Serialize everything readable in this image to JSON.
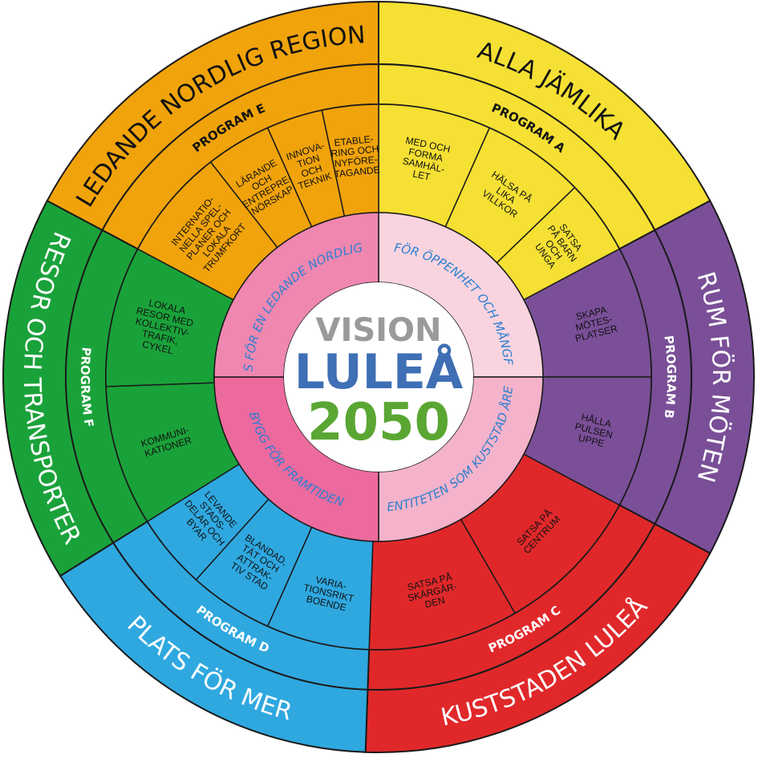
{
  "center": {
    "line1": "VISION",
    "line2": "LULEÅ",
    "line3": "2050",
    "colors": {
      "line1": "#9a9a9a",
      "line2": "#3f6fb4",
      "line3": "#5aa633"
    }
  },
  "themes": [
    {
      "id": "alla-jamlika",
      "outer_label": "ALLA JÄMLIKA",
      "program_label": "PROGRAM A",
      "color": "#f5e033",
      "text_color": "#111111",
      "inner_label": "STÅ FÖR ÖPPENHET OCH MÅNGFALD",
      "inner_color": "#f9d4df",
      "cells": [
        {
          "lines": [
            "MED OCH",
            "FORMA",
            "SAMHÄL-",
            "LET"
          ]
        },
        {
          "lines": [
            "HÄLSA PÅ",
            "LIKA",
            "VILLKOR"
          ]
        },
        {
          "lines": [
            "SATSA",
            "PÅ BARN",
            "OCH",
            "UNGA"
          ]
        }
      ]
    },
    {
      "id": "rum-for-moten",
      "outer_label": "RUM FÖR MÖTEN",
      "program_label": "PROGRAM B",
      "color": "#7a4f98",
      "text_color": "#ffffff",
      "cells": [
        {
          "lines": [
            "SKAPA",
            "MÖTES-",
            "PLATSER"
          ]
        },
        {
          "lines": [
            "HÅLLA",
            "PULSEN",
            "UPPE"
          ]
        }
      ]
    },
    {
      "id": "kuststaden-lulea",
      "outer_label": "KUSTSTADEN LULEÅ",
      "program_label": "PROGRAM C",
      "color": "#e0282a",
      "text_color": "#ffffff",
      "inner_label": "LYFT IDENTITETEN SOM KUSTSTAD ÅRET RUNT",
      "inner_color": "#f4b3ca",
      "cells": [
        {
          "lines": [
            "SATSA PÅ",
            "CENTRUM"
          ]
        },
        {
          "lines": [
            "SATSA PÅ",
            "SKÄRGÅR-",
            "DEN"
          ]
        }
      ]
    },
    {
      "id": "plats-for-mer",
      "outer_label": "PLATS FÖR MER",
      "program_label": "PROGRAM D",
      "color": "#2fa8e0",
      "text_color": "#ffffff",
      "inner_label": "BYGG FÖR FRAMTIDEN",
      "inner_color": "#ec6a9d",
      "cells": [
        {
          "lines": [
            "VARIA-",
            "TIONSRIKT",
            "BOENDE"
          ]
        },
        {
          "lines": [
            "BLANDAD,",
            "TÄT OCH",
            "ATTRAK-",
            "TIV STAD"
          ]
        },
        {
          "lines": [
            "LEVANDE",
            "STADS-",
            "DELAR OCH",
            "BYAR"
          ]
        }
      ]
    },
    {
      "id": "resor-och-transporter",
      "outer_label": "RESOR OCH TRANSPORTER",
      "program_label": "PROGRAM F",
      "color": "#1aa23a",
      "text_color": "#ffffff",
      "cells": [
        {
          "lines": [
            "KOMMUNI-",
            "KATIONER"
          ]
        },
        {
          "lines": [
            "LOKALA",
            "RESOR MED",
            "KOLLEKTIV-",
            "TRAFIK,",
            "CYKEL"
          ]
        }
      ]
    },
    {
      "id": "ledande-nordlig-region",
      "outer_label": "LEDANDE NORDLIG REGION",
      "program_label": "PROGRAM E",
      "color": "#f0a30a",
      "text_color": "#111111",
      "inner_label": "TA SATS FÖR EN LEDANDE NORDLIG REGION",
      "inner_color": "#ef87b0",
      "cells": [
        {
          "lines": [
            "INTERNATIO-",
            "NELLA SPEL-",
            "PLANER OCH",
            "LOKALA",
            "TRUMFKORT"
          ]
        },
        {
          "lines": [
            "LÄRANDE",
            "OCH",
            "ENTREPRE-",
            "NÖRSKAP"
          ]
        },
        {
          "lines": [
            "INNOVA-",
            "TION",
            "OCH",
            "TEKNIK"
          ]
        },
        {
          "lines": [
            "ETABLE-",
            "RING OCH",
            "NYFÖRE-",
            "TAGANDE"
          ]
        }
      ]
    }
  ],
  "inner_text_color": "#2e7fd0"
}
